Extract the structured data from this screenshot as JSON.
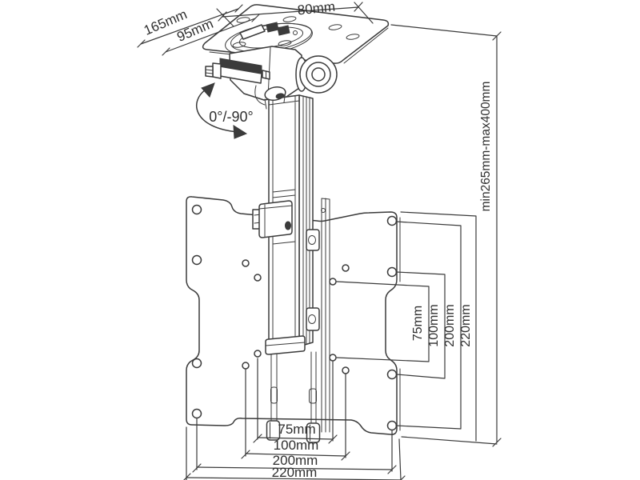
{
  "colors": {
    "background": "#ffffff",
    "line": "#3b3b3b",
    "text": "#2f2f2f"
  },
  "ceiling_plate": {
    "width_label": "80mm",
    "length_label": "165mm",
    "inner_length_label": "95mm"
  },
  "tilt": {
    "angle_label": "0°/-90°"
  },
  "drop": {
    "range_label": "min265mm-max400mm"
  },
  "vesa_vertical_labels": [
    "75mm",
    "100mm",
    "200mm",
    "220mm"
  ],
  "vesa_horizontal_labels": [
    "75mm",
    "100mm",
    "200mm",
    "220mm"
  ]
}
